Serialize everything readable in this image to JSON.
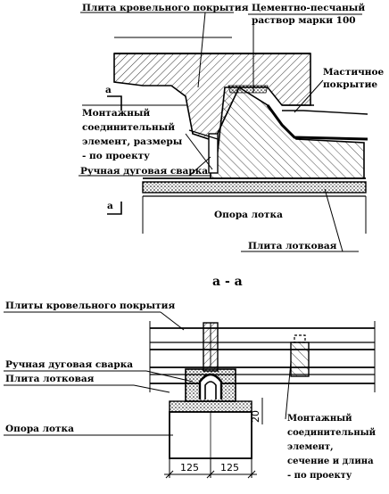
{
  "top_section": {
    "labels": {
      "roof_slab": "Плита кровельного покрытия",
      "mortar_line1": "Цементно-песчаный",
      "mortar_line2": "раствор марки 100",
      "mastic_line1": "Мастичное",
      "mastic_line2": "покрытие",
      "mount_line1": "Монтажный",
      "mount_line2": "соединительный",
      "mount_line3": "элемент, размеры",
      "mount_line4": "- по проекту",
      "welding": "Ручная дуговая сварка",
      "support": "Опора лотка",
      "tray_slab": "Плита лотковая",
      "cut_mark_top": "а",
      "cut_mark_bottom": "а"
    }
  },
  "bottom_section": {
    "title": "а - а",
    "labels": {
      "roof_slabs": "Плиты кровельного покрытия",
      "welding": "Ручная дуговая сварка",
      "tray_slab": "Плита лотковая",
      "support": "Опора лотка",
      "mount_line1": "Монтажный",
      "mount_line2": "соединительный",
      "mount_line3": "элемент,",
      "mount_line4": "сечение и длина",
      "mount_line5": "- по проекту"
    },
    "dimensions": {
      "gap": "20",
      "left_width": "125",
      "right_width": "125"
    }
  }
}
